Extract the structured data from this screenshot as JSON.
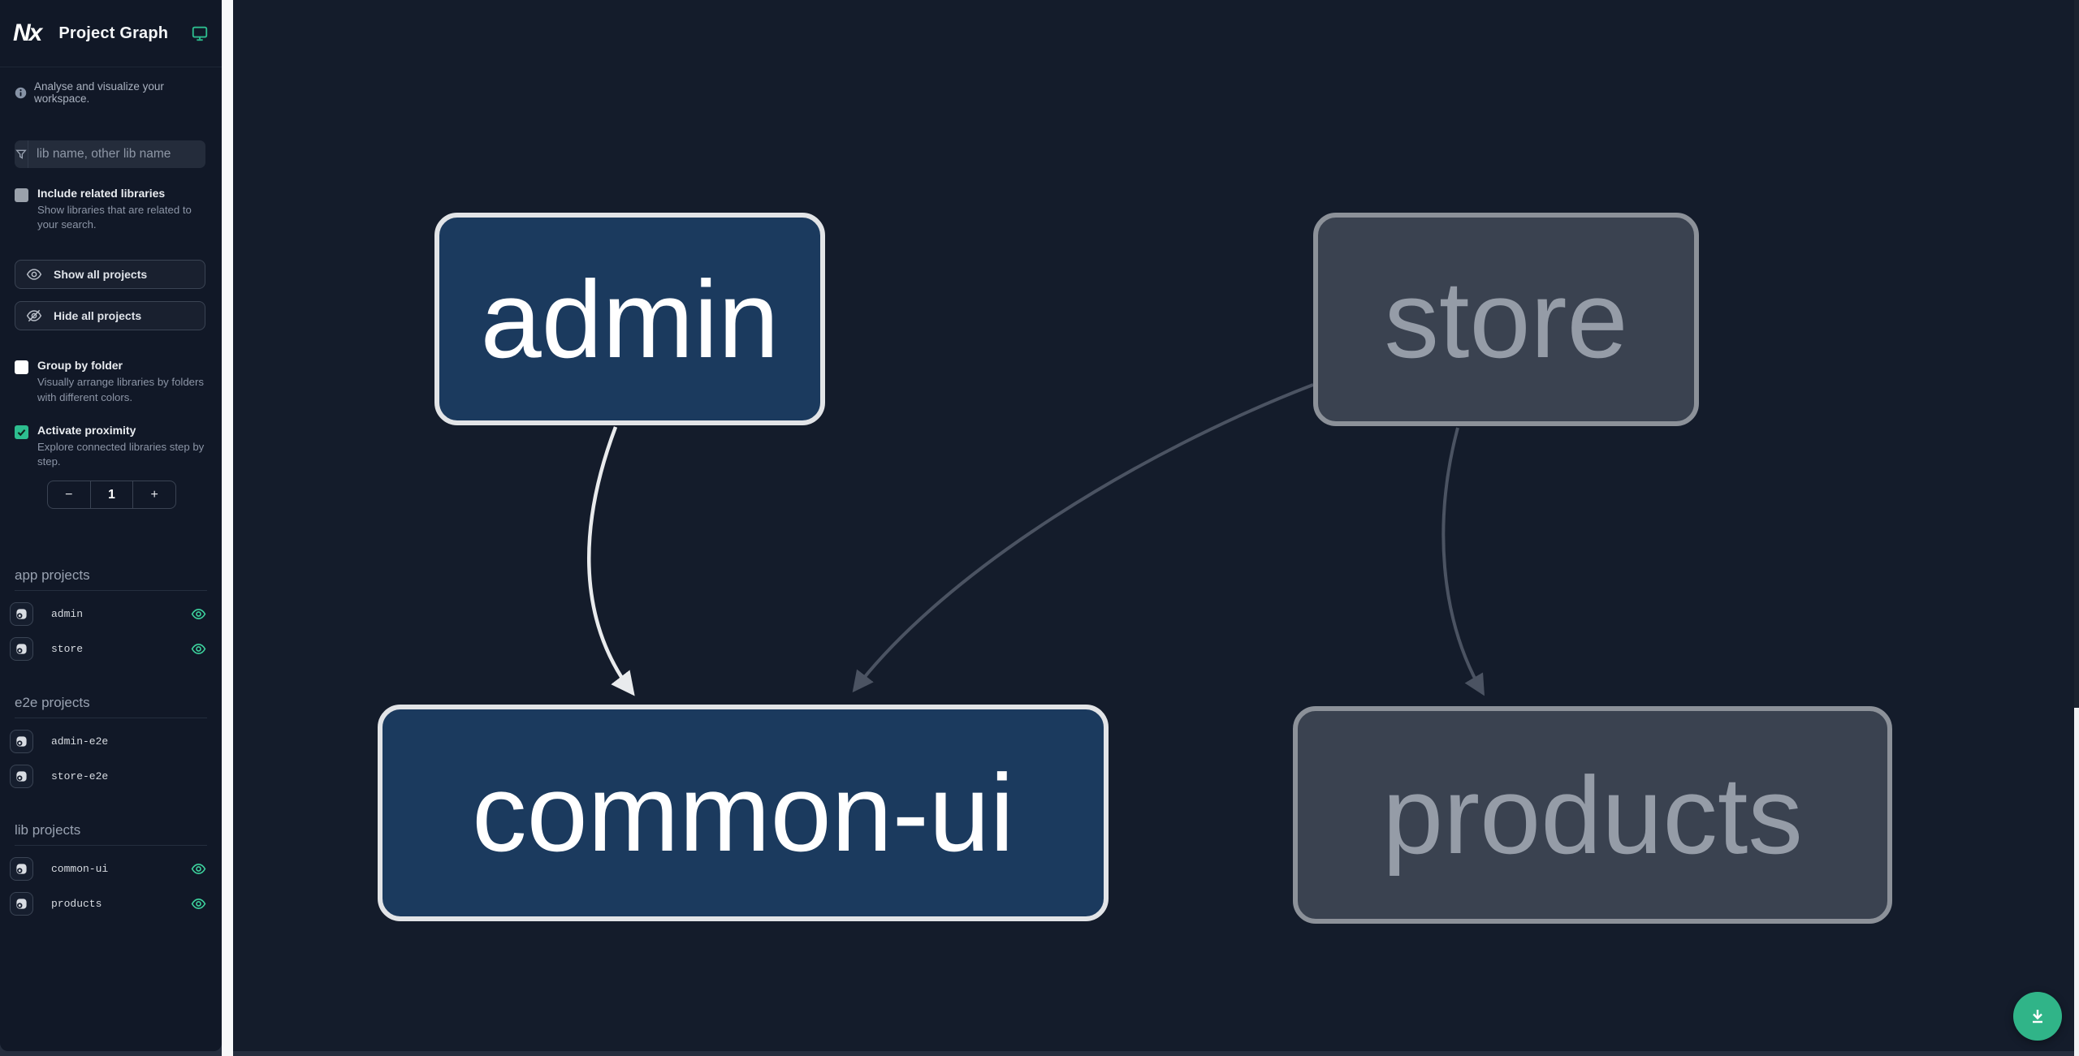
{
  "app": {
    "title": "Project Graph"
  },
  "sidebar": {
    "tagline": "Analyse and visualize your workspace.",
    "search": {
      "placeholder": "lib name, other lib name"
    },
    "filters": {
      "include_related": {
        "label": "Include related libraries",
        "desc": "Show libraries that are related to your search.",
        "checked": false
      },
      "group_by_folder": {
        "label": "Group by folder",
        "desc": "Visually arrange libraries by folders with different colors.",
        "checked": false
      },
      "proximity": {
        "label": "Activate proximity",
        "desc": "Explore connected libraries step by step.",
        "checked": true
      }
    },
    "actions": {
      "show_all": "Show all projects",
      "hide_all": "Hide all projects"
    },
    "stepper": {
      "minus": "−",
      "value": "1",
      "plus": "+"
    },
    "sections": [
      {
        "title": "app projects",
        "items": [
          {
            "name": "admin",
            "visible": true
          },
          {
            "name": "store",
            "visible": true
          }
        ]
      },
      {
        "title": "e2e projects",
        "items": [
          {
            "name": "admin-e2e",
            "visible": false
          },
          {
            "name": "store-e2e",
            "visible": false
          }
        ]
      },
      {
        "title": "lib projects",
        "items": [
          {
            "name": "common-ui",
            "visible": true
          },
          {
            "name": "products",
            "visible": true
          }
        ]
      }
    ]
  },
  "graph": {
    "nodes": [
      {
        "label": "admin",
        "state": "focused"
      },
      {
        "label": "store",
        "state": "faded"
      },
      {
        "label": "common-ui",
        "state": "focused"
      },
      {
        "label": "products",
        "state": "faded"
      }
    ],
    "edges": [
      {
        "from": "admin",
        "to": "common-ui",
        "style": "focused"
      },
      {
        "from": "store",
        "to": "common-ui",
        "style": "faded"
      },
      {
        "from": "store",
        "to": "products",
        "style": "faded"
      }
    ]
  },
  "colors": {
    "accent_teal": "#2dbd8f",
    "eye_green": "#3dd39e",
    "fab_green": "#30b488",
    "node_focused_fill": "#1b3a5e",
    "node_focused_border": "#e2e4e7",
    "node_faded_fill": "#3a4250",
    "node_faded_border": "#8c9199",
    "edge_focused": "#e9ebed",
    "edge_faded": "#4b5362"
  }
}
